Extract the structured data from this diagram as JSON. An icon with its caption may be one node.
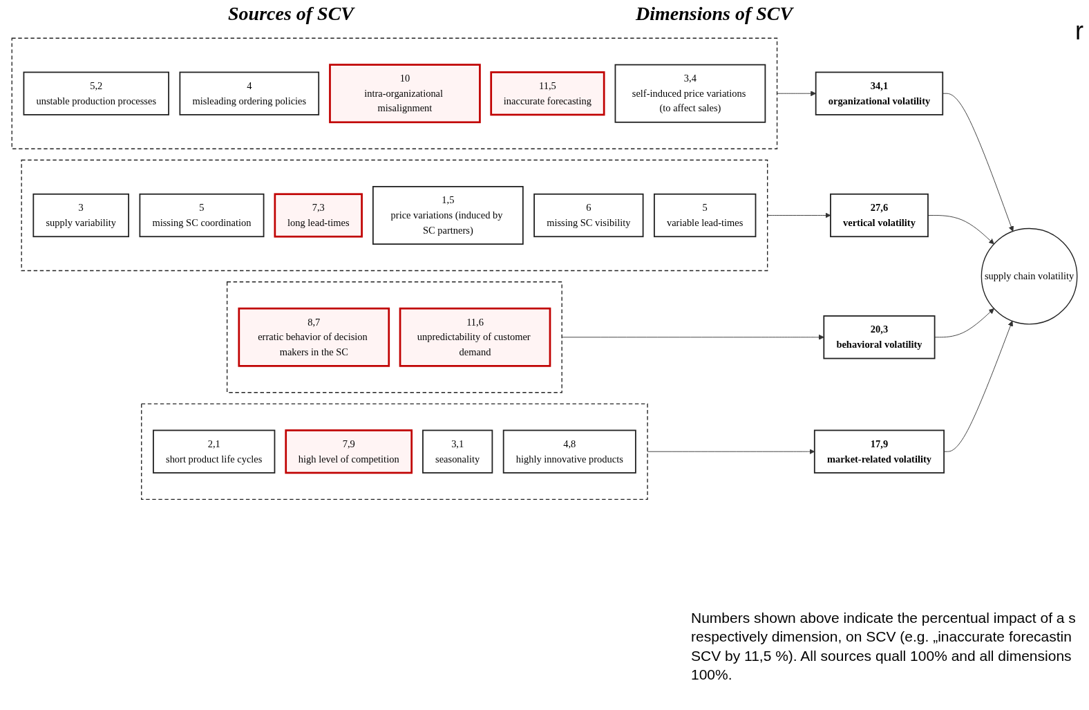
{
  "diagram": {
    "nodes": [
      {
        "text": [],
        "shape": "box"
      },
      {
        "text": [
          "5,2",
          "unstable production processes"
        ],
        "in": 0
      },
      {
        "text": [
          "4",
          "misleading ordering policies"
        ],
        "in": 0
      },
      {
        "text": [
          "10",
          "intra-organizational misalignment"
        ],
        "in": 0
      },
      {
        "text": [
          "11,5",
          "inaccurate forecasting"
        ],
        "in": 0
      },
      {
        "text": [
          "3,4",
          "self-induced price variations (to affect sales)"
        ],
        "in": 0
      },
      {
        "text": [],
        "shape": "box"
      },
      {
        "text": [
          "3",
          "supply variability"
        ],
        "in": 6
      },
      {
        "text": [
          "5",
          "missing SC coordination"
        ],
        "in": 6
      },
      {
        "text": [
          "7,3",
          "long lead-times"
        ],
        "in": 6
      },
      {
        "text": [
          "1,5",
          "price variations (induced by SC partners)"
        ],
        "in": 6
      },
      {
        "text": [
          "6",
          "missing SC visibility"
        ],
        "in": 6
      },
      {
        "text": [
          "5",
          "variable lead-times"
        ],
        "in": 6
      },
      {
        "text": [],
        "shape": "box"
      },
      {
        "text": [
          "8,7",
          "erratic behavior of decision makers in the SC"
        ],
        "in": 13
      },
      {
        "text": [
          "11,6",
          "unpredictability of customer demand"
        ],
        "in": 13
      },
      {
        "text": [],
        "shape": "box"
      },
      {
        "text": [
          "2,1",
          "short product life cycles"
        ],
        "in": 16
      },
      {
        "text": [
          "7,9",
          "high level of competition"
        ],
        "in": 16
      },
      {
        "text": [
          "3,1",
          "seasonality"
        ],
        "in": 16
      },
      {
        "text": [
          "4,8",
          "highly innovative products"
        ],
        "in": 16
      },
      {
        "text": [
          "34,1",
          "organizational volatility"
        ]
      },
      {
        "text": [
          "27,6",
          "vertical volatility"
        ]
      },
      {
        "text": [
          "20,3",
          "behavioral volatility"
        ]
      },
      {
        "text": [
          "17,9",
          "market-related volatility"
        ]
      },
      {
        "text": [
          "supply chain volatility"
        ]
      }
    ],
    "edges": [
      {
        "from": 0,
        "to": 21,
        "arrow": "to"
      },
      {
        "from": 6,
        "to": 22,
        "arrow": "to"
      },
      {
        "from": 13,
        "to": 23,
        "arrow": "to"
      },
      {
        "from": 16,
        "to": 24,
        "arrow": "to"
      },
      {
        "from": 21,
        "to": 25,
        "arrow": "to"
      },
      {
        "from": 22,
        "to": 25,
        "arrow": "to"
      },
      {
        "from": 23,
        "to": 25,
        "arrow": "to"
      },
      {
        "from": 24,
        "to": 25,
        "arrow": "to"
      }
    ],
    "labels": [
      "Sources of SCV",
      "Dimensions of SCV",
      "r",
      "Numbers shown above indicate the percentual impact of a s respectively dimension, on SCV (e.g. „inaccurate forecastin SCV by 11,5 %). All sources quall 100% and all dimensions 100%."
    ]
  }
}
